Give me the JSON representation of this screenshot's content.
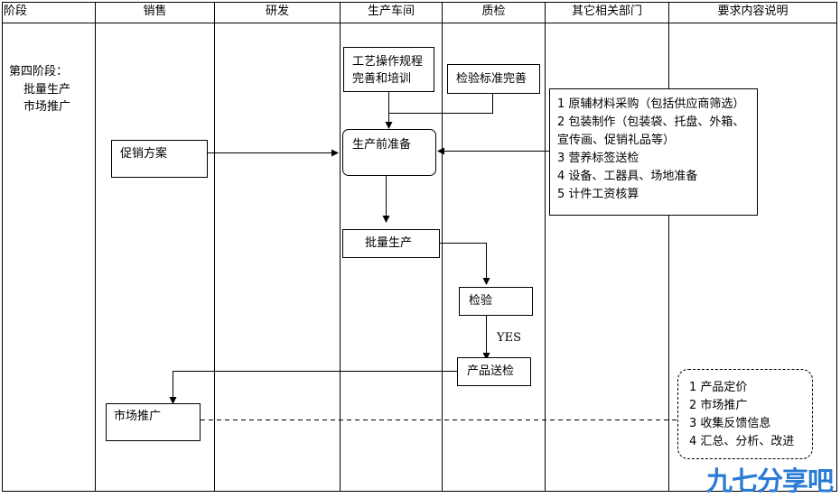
{
  "header": {
    "cols": [
      "阶段",
      "销售",
      "研发",
      "生产车间",
      "质检",
      "其它相关部门",
      "要求内容说明"
    ]
  },
  "stage": {
    "line1": "第四阶段：",
    "line2": "批量生产",
    "line3": "市场推广"
  },
  "nodes": {
    "process_spec": [
      "工艺操作规程",
      "完善和培训"
    ],
    "inspection_standard": "检验标准完善",
    "promotion_plan": "促销方案",
    "pre_production": "生产前准备",
    "mass_production": "批量生产",
    "inspection": "检验",
    "yes_label": "YES",
    "product_submission": "产品送检",
    "market_promotion": "市场推广"
  },
  "notes": {
    "other_dept": [
      "1 原辅材料采购（包括供应商筛选）",
      "2 包装制作（包装袋、托盘、外箱、",
      "宣传画、促销礼品等）",
      "3 营养标签送检",
      "4 设备、工器具、场地准备",
      "5 计件工资核算"
    ],
    "market": [
      "1 产品定价",
      "2 市场推广",
      "3 收集反馈信息",
      "4 汇总、分析、改进"
    ]
  },
  "watermark": "九七分享吧"
}
